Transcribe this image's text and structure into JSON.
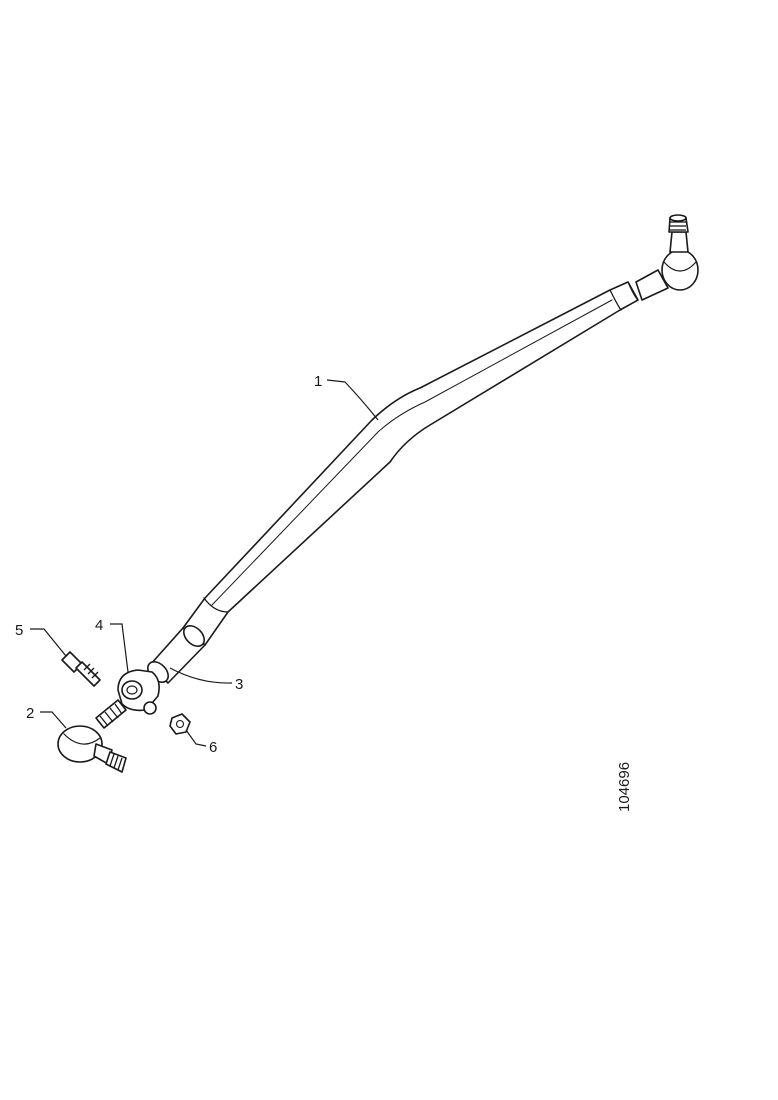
{
  "callouts": {
    "c1": "1",
    "c2": "2",
    "c3": "3",
    "c4": "4",
    "c5": "5",
    "c6": "6"
  },
  "reference_number": "104696"
}
